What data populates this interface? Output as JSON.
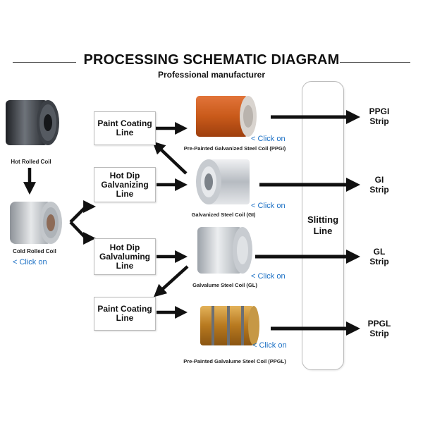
{
  "header": {
    "title": "PROCESSING SCHEMATIC DIAGRAM",
    "subtitle": "Professional manufacturer"
  },
  "sources": {
    "hot_rolled": "Hot Rolled Coil",
    "cold_rolled": "Cold Rolled Coil",
    "cold_click": "< Click on"
  },
  "processes": {
    "paint_top": "Paint Coating\nLine",
    "hot_dip_galv": "Hot Dip\nGalvanizing\nLine",
    "hot_dip_galvalum": "Hot Dip\nGalvaluming\nLine",
    "paint_bottom": "Paint Coating\nLine"
  },
  "products": {
    "ppgi": {
      "caption": "Pre-Painted Galvanized Steel Coil (PPGI)",
      "click": "< Click on"
    },
    "gi": {
      "caption": "Galvanized Steel Coil (GI)",
      "click": "< Click on"
    },
    "gl": {
      "caption": "Galvalume Steel Coil (GL)",
      "click": "< Click on"
    },
    "ppgl": {
      "caption": "Pre-Painted Galvalume Steel Coil (PPGL)",
      "click": "< Click on"
    }
  },
  "slitting": "Slitting\nLine",
  "strips": {
    "ppgi": "PPGI\nStrip",
    "gi": "GI\nStrip",
    "gl": "GL\nStrip",
    "ppgl": "PPGL\nStrip"
  },
  "colors": {
    "ppgi_coil": "#d2601e",
    "ppgl_coil": "#c98a2e",
    "galv_coil": "#c9ccd0",
    "dark_coil": "#3a3d42",
    "link": "#1a6fc4",
    "arrow": "#111111"
  }
}
